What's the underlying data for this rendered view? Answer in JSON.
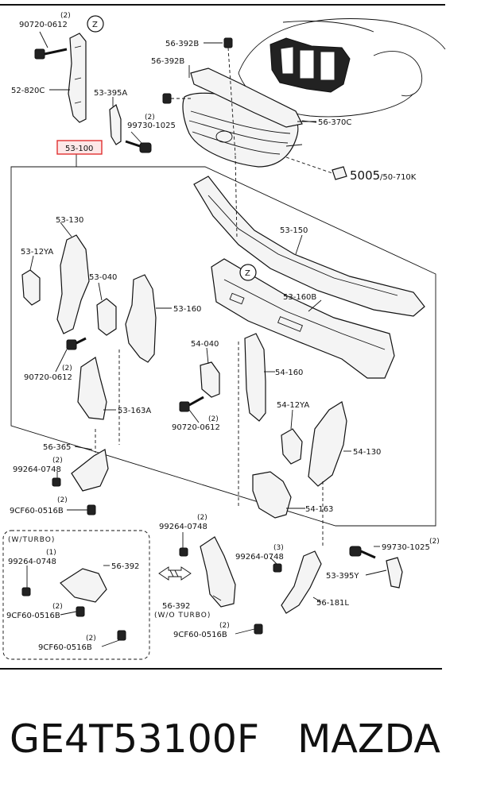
{
  "labels": {
    "l90720_0612_top": "90720-0612",
    "q90720_0612_top": "(2)",
    "z_top": "Z",
    "l52_820C": "52-820C",
    "l53_395A": "53-395A",
    "l99730_1025_top": "99730-1025",
    "q99730_1025_top": "(2)",
    "l53_100": "53-100",
    "l56_392B_a": "56-392B",
    "l56_392B_b": "56-392B",
    "l56_370C": "56-370C",
    "l5005": "5005",
    "l50_710K": "/50-710K",
    "l53_150": "53-150",
    "z_mid": "Z",
    "l53_130": "53-130",
    "l53_12YA": "53-12YA",
    "l53_040": "53-040",
    "l53_160": "53-160",
    "l53_160B": "53-160B",
    "l54_040": "54-040",
    "l54_160": "54-160",
    "l90720_0612_left": "90720-0612",
    "q90720_0612_left": "(2)",
    "l53_163A": "53-163A",
    "l90720_0612_mid": "90720-0612",
    "q90720_0612_mid": "(2)",
    "l54_12YA": "54-12YA",
    "l54_130": "54-130",
    "l56_365": "56-365",
    "l99264_0748_a": "99264-0748",
    "q99264_0748_a": "(2)",
    "l9CF60_0516B_a": "9CF60-0516B",
    "q9CF60_0516B_a": "(2)",
    "l54_163": "54-163",
    "turbo_caption": "(W/TURBO)",
    "l99264_0748_b": "99264-0748",
    "q99264_0748_b": "(1)",
    "l56_392_a": "56-392",
    "l9CF60_0516B_b": "9CF60-0516B",
    "q9CF60_0516B_b": "(2)",
    "l9CF60_0516B_c": "9CF60-0516B",
    "q9CF60_0516B_c": "(2)",
    "l99264_0748_c": "99264-0748",
    "q99264_0748_c": "(2)",
    "l56_392_b": "56-392",
    "wo_turbo_caption": "(W/O TURBO)",
    "l9CF60_0516B_d": "9CF60-0516B",
    "q9CF60_0516B_d": "(2)",
    "l99264_0748_d": "99264-0748",
    "q99264_0748_d": "(3)",
    "l56_181L": "56-181L",
    "l99730_1025_right": "99730-1025",
    "q99730_1025_right": "(2)",
    "l53_395Y": "53-395Y"
  },
  "footer": {
    "part_number": "GE4T53100F",
    "brand": "MAZDA"
  },
  "colors": {
    "highlight_border": "#e03030",
    "highlight_fill": "#fde8e8",
    "ink": "#111111"
  }
}
